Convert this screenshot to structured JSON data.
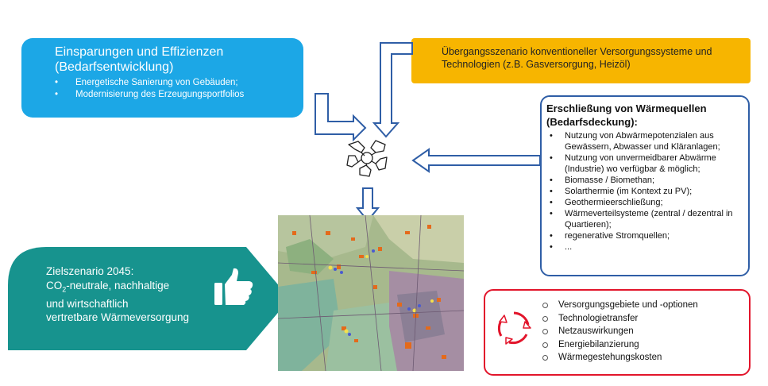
{
  "savings": {
    "title_line1": "Einsparungen und Effizienzen",
    "title_line2": "(Bedarfsentwicklung)",
    "items": [
      "Energetische Sanierung von Gebäuden;",
      "Modernisierung des Erzeugungsportfolios"
    ],
    "color": "#1ca7e6"
  },
  "transition": {
    "line1": "Übergangsszenario konventioneller Versorgungssysteme und",
    "line2": "Technologien (z.B. Gasversorgung, Heizöl)",
    "color": "#f7b500"
  },
  "heat_sources": {
    "title_line1": "Erschließung von Wärmequellen",
    "title_line2": "(Bedarfsdeckung):",
    "items": [
      "Nutzung von Abwärmepotenzialen aus Gewässern, Abwasser und Kläranlagen;",
      "Nutzung von unvermeidbarer Abwärme (Industrie) wo verfügbar & möglich;",
      "Biomasse / Biomethan;",
      "Solarthermie (im Kontext zu PV);",
      "Geothermieerschließung;",
      "Wärmeverteilsysteme (zentral / dezentral in Quartieren);",
      "regenerative Stromquellen;",
      "..."
    ],
    "border_color": "#2f5ea6"
  },
  "target": {
    "line1": "Zielszenario 2045:",
    "line2_prefix": "CO",
    "line2_sub": "2",
    "line2_suffix": "-neutrale, nachhaltige",
    "line3": "und wirtschaftlich",
    "line4": "vertretbare Wärmeversorgung",
    "color": "#17938e",
    "icon": "thumbs-up-icon"
  },
  "analysis": {
    "items": [
      "Versorgungsgebiete und -optionen",
      "Technologietransfer",
      "Netzauswirkungen",
      "Energiebilanzierung",
      "Wärmegestehungskosten"
    ],
    "border_color": "#e2152b",
    "icon": "cycle-arrows-icon"
  },
  "center_icon": "joined-hands-icon",
  "map_icon": "municipal-heat-map"
}
